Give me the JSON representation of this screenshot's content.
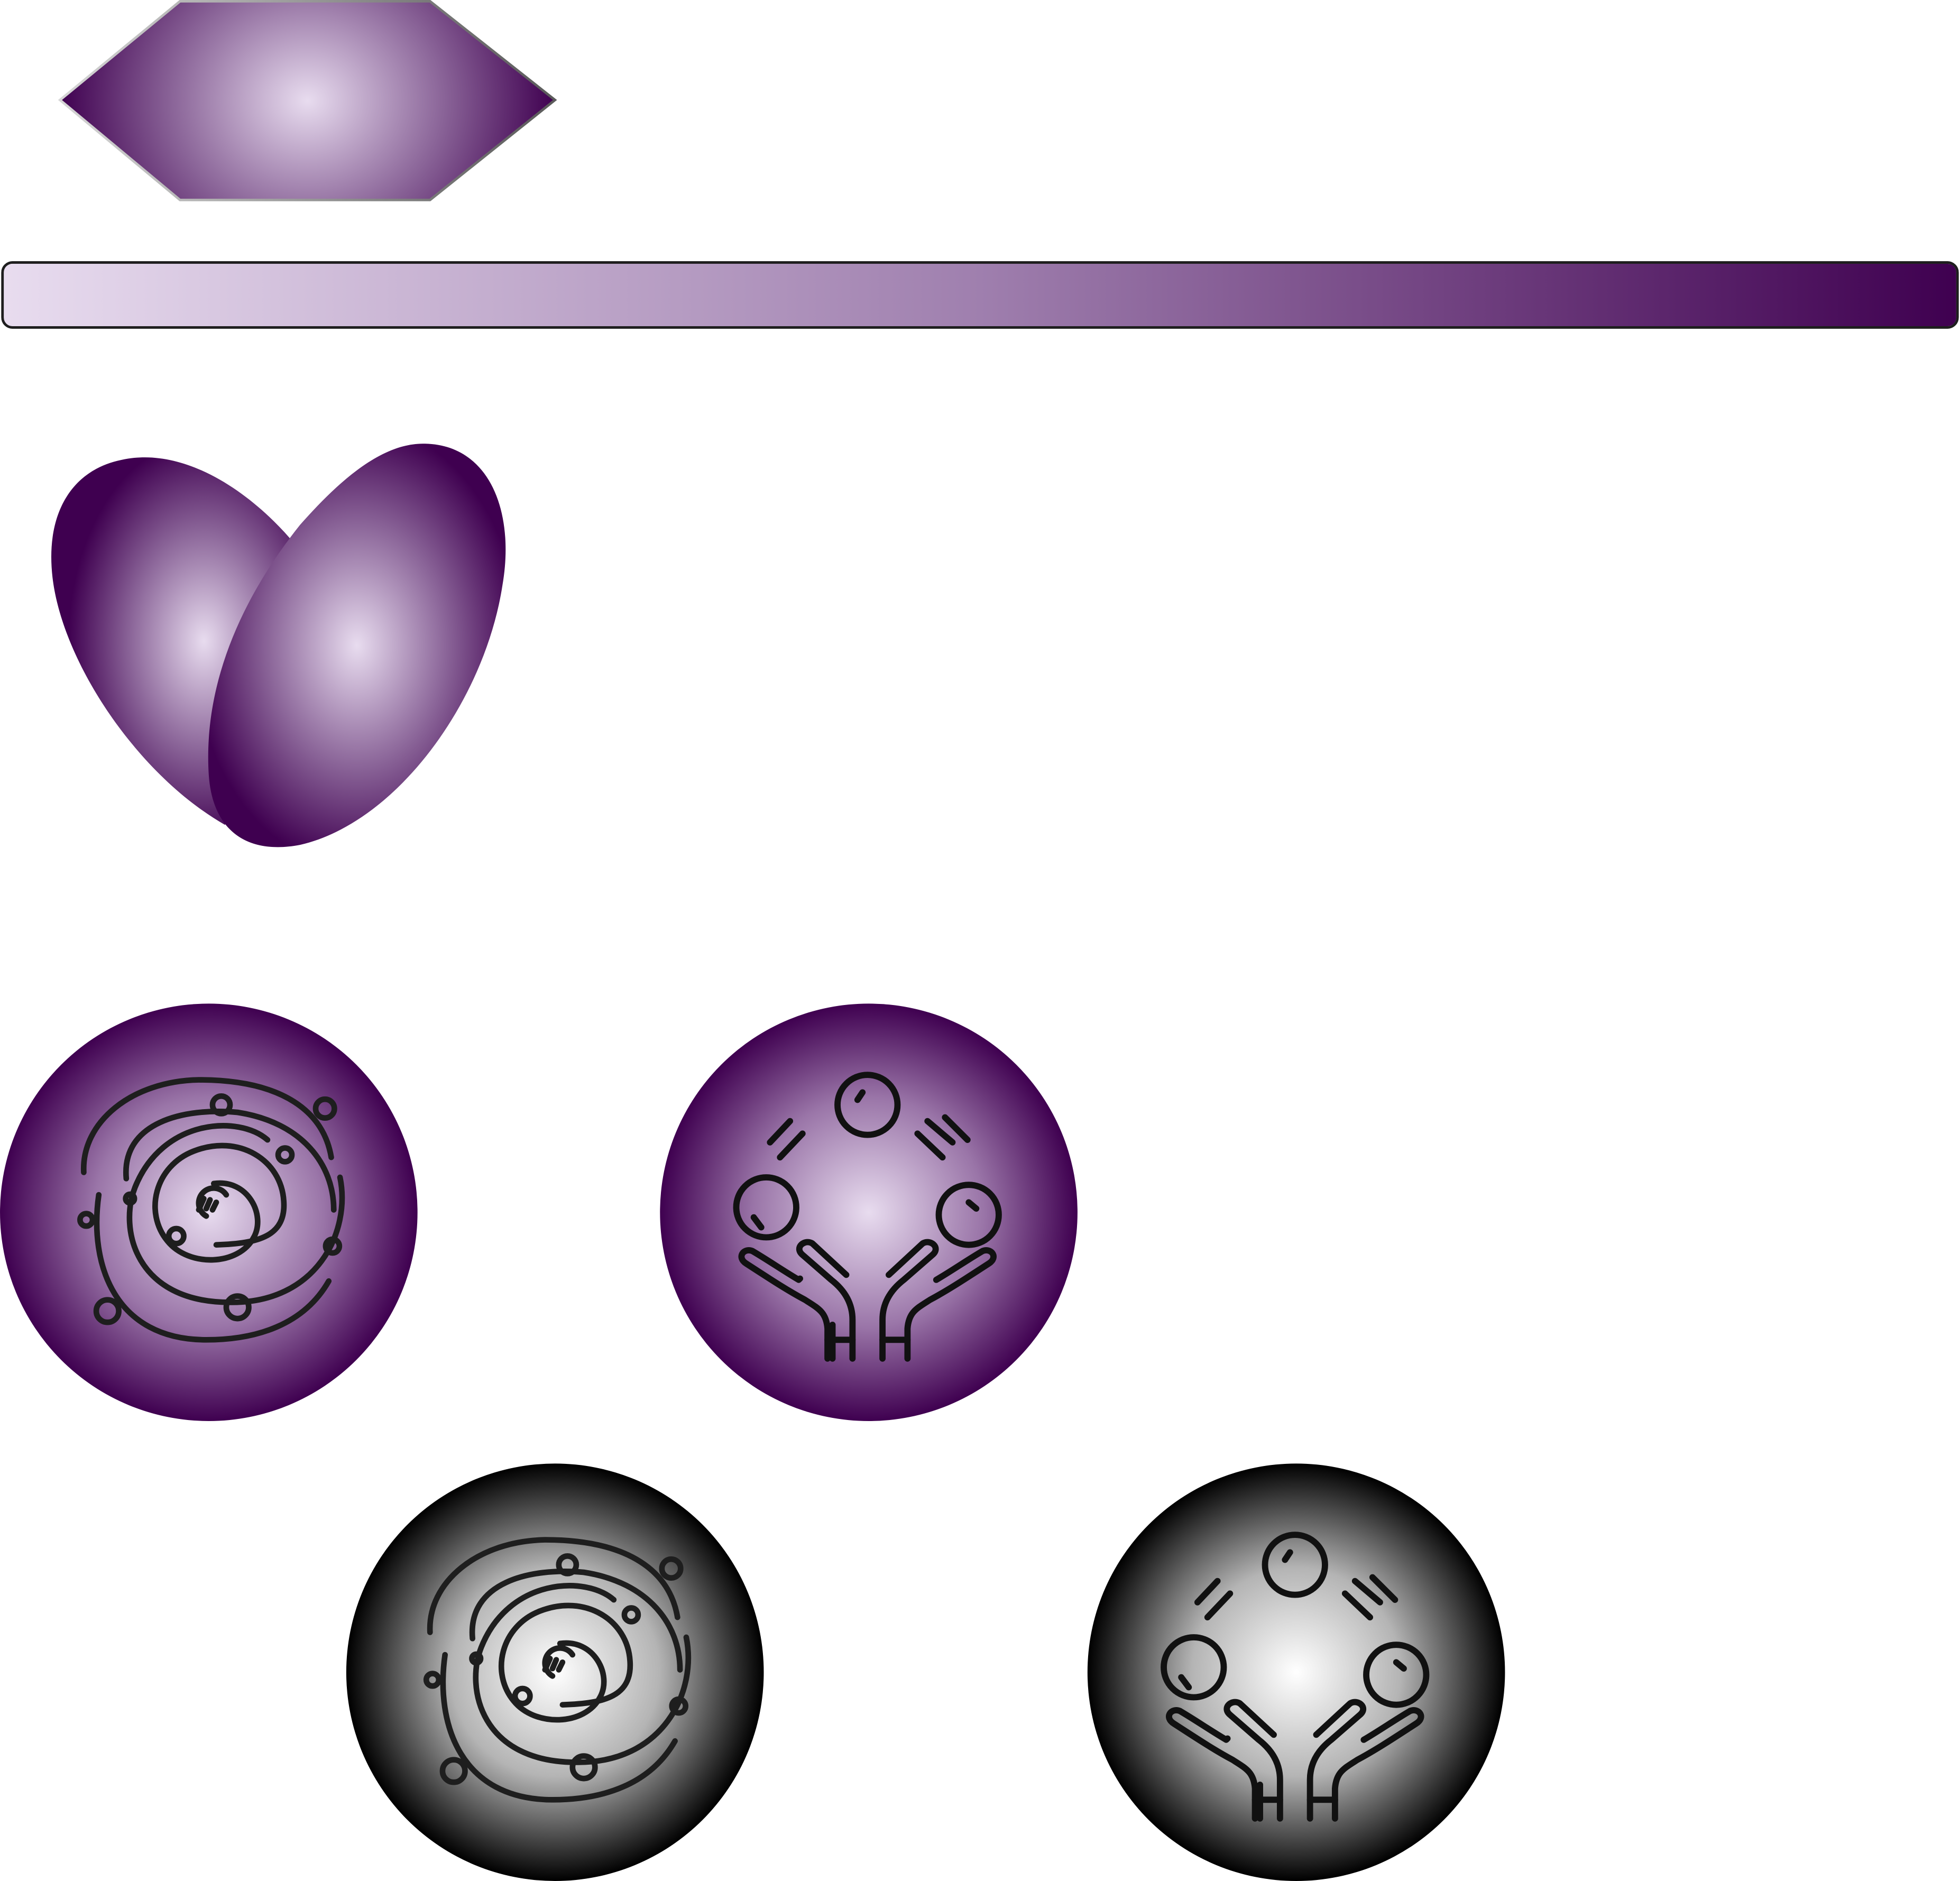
{
  "colors": {
    "purple_dark": "#3f0050",
    "purple_mid": "#8a6498",
    "purple_light": "#e8dcef",
    "gray_dark": "#000000",
    "gray_light": "#ffffff",
    "outline": "#1e1e1e"
  },
  "elements": {
    "hex_button": {
      "icon": "hexagon-button"
    },
    "progress_bar": {
      "icon": "progress-bar",
      "progress": 1.0
    },
    "heart": {
      "icon": "heart-icon"
    },
    "badges": [
      {
        "icon": "galaxy-icon",
        "state": "active"
      },
      {
        "icon": "juggling-hands-icon",
        "state": "active"
      },
      {
        "icon": "galaxy-icon",
        "state": "inactive"
      },
      {
        "icon": "juggling-hands-icon",
        "state": "inactive"
      }
    ]
  }
}
